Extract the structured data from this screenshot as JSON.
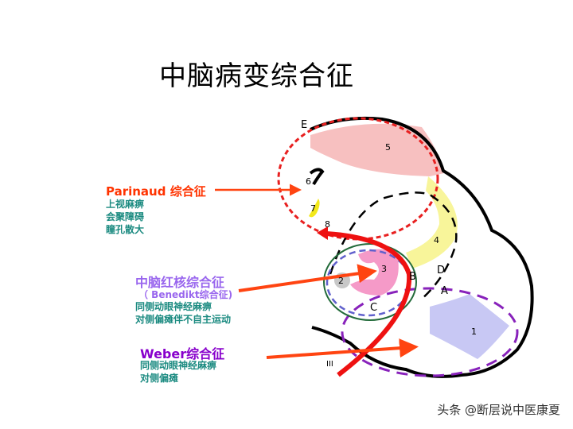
{
  "title": "中脑病变综合征",
  "parinaud": {
    "name": "Parinaud 综合征",
    "symptoms": [
      "上视麻痹",
      "会聚障碍",
      "瞳孔散大"
    ],
    "color": "#ff3300"
  },
  "benedikt": {
    "name": "中脑红核综合征",
    "alias": "（ Benedikt综合征)",
    "symptoms": [
      "同侧动眼神经麻痹",
      "对侧偏瘫伴不自主运动"
    ],
    "color": "#9966ee"
  },
  "weber": {
    "name": "Weber综合征",
    "symptoms": [
      "同侧动眼神经麻痹",
      "对侧偏瘫"
    ],
    "color": "#8800cc"
  },
  "diagram_labels": {
    "E": "E",
    "n5": "5",
    "n6": "6",
    "n7": "7",
    "n8": "8",
    "n4": "4",
    "D": "D",
    "B": "B",
    "A": "A",
    "C": "C",
    "n1": "1",
    "n2": "2",
    "n3": "3",
    "III": "III"
  },
  "watermark": "头条 @断层说中医康夏"
}
